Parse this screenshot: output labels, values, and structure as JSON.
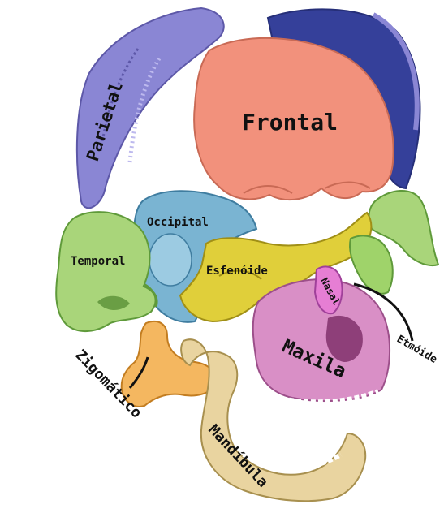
{
  "diagram": {
    "bones": [
      {
        "id": "parietal",
        "label": "Parietal",
        "color": "#8a86d4"
      },
      {
        "id": "frontal",
        "label": "Frontal",
        "color": "#f2917c"
      },
      {
        "id": "occipital",
        "label": "Occipital",
        "color": "#7ab4d2"
      },
      {
        "id": "temporal",
        "label": "Temporal",
        "color": "#a9d57a"
      },
      {
        "id": "esfenoide",
        "label": "Esfenóide",
        "color": "#e0cf3a"
      },
      {
        "id": "nasal",
        "label": "Nasal",
        "color": "#e67ed4"
      },
      {
        "id": "etmoide",
        "label": "Etmóide",
        "color": "#9fd36a"
      },
      {
        "id": "maxila",
        "label": "Maxila",
        "color": "#d98fc6"
      },
      {
        "id": "zigomatico",
        "label": "Zigomático",
        "color": "#f4b760"
      },
      {
        "id": "mandibula",
        "label": "Mandíbula",
        "color": "#e9d4a0"
      }
    ]
  }
}
